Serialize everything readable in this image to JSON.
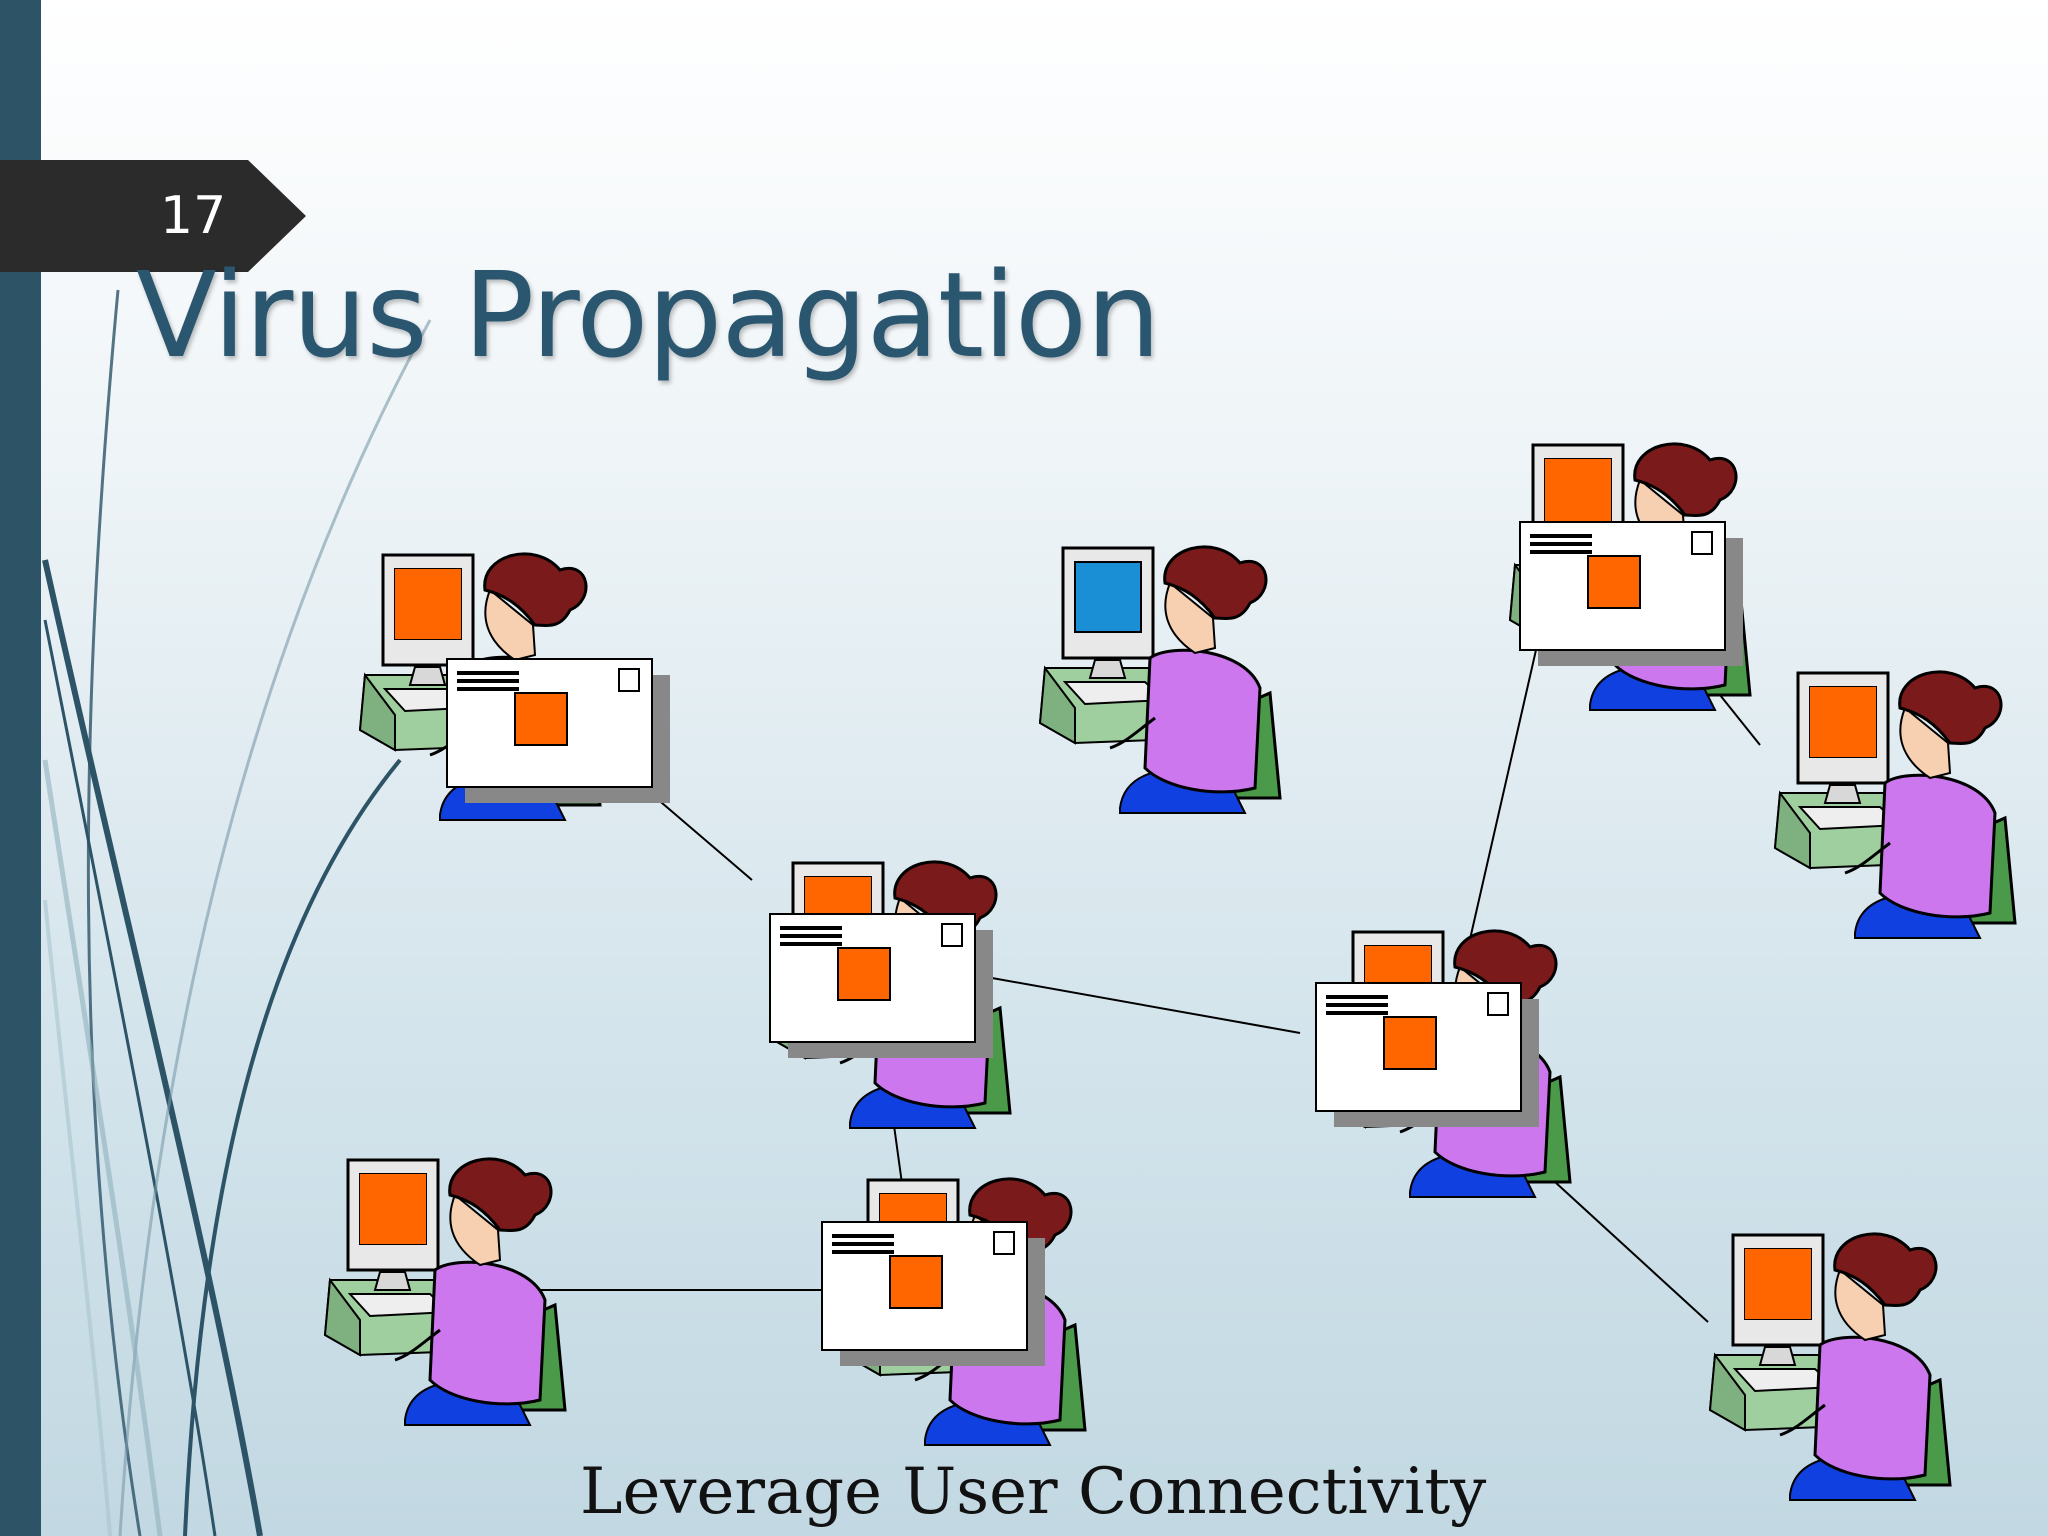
{
  "slide": {
    "number": "17",
    "title": "Virus Propagation",
    "caption": "Leverage User Connectivity"
  },
  "colors": {
    "side_bar": "#2c5366",
    "number_tab": "#2b2b2b",
    "title": "#2a5670",
    "attachment": "#ff6600",
    "monitor_screen": "#1a8fd6",
    "hair": "#7a1a1a",
    "shirt": "#cc77ee",
    "chair": "#4a9a4a",
    "desk": "#9fcf9f",
    "pants": "#1040e0"
  },
  "diagram": {
    "nodes": [
      {
        "id": "user-1",
        "infected": true,
        "has_envelope": true
      },
      {
        "id": "user-2",
        "infected": false,
        "has_envelope": false
      },
      {
        "id": "user-3",
        "infected": true,
        "has_envelope": true
      },
      {
        "id": "user-4",
        "infected": true,
        "has_envelope": false
      },
      {
        "id": "user-5",
        "infected": true,
        "has_envelope": true
      },
      {
        "id": "user-6",
        "infected": true,
        "has_envelope": true
      },
      {
        "id": "user-7",
        "infected": true,
        "has_envelope": false
      },
      {
        "id": "user-8",
        "infected": true,
        "has_envelope": true
      },
      {
        "id": "user-9",
        "infected": true,
        "has_envelope": false
      }
    ],
    "links": [
      [
        "user-1",
        "user-5"
      ],
      [
        "user-5",
        "user-6"
      ],
      [
        "user-5",
        "user-8"
      ],
      [
        "user-8",
        "user-7"
      ],
      [
        "user-6",
        "user-3"
      ],
      [
        "user-3",
        "user-4"
      ],
      [
        "user-6",
        "user-9"
      ]
    ]
  }
}
